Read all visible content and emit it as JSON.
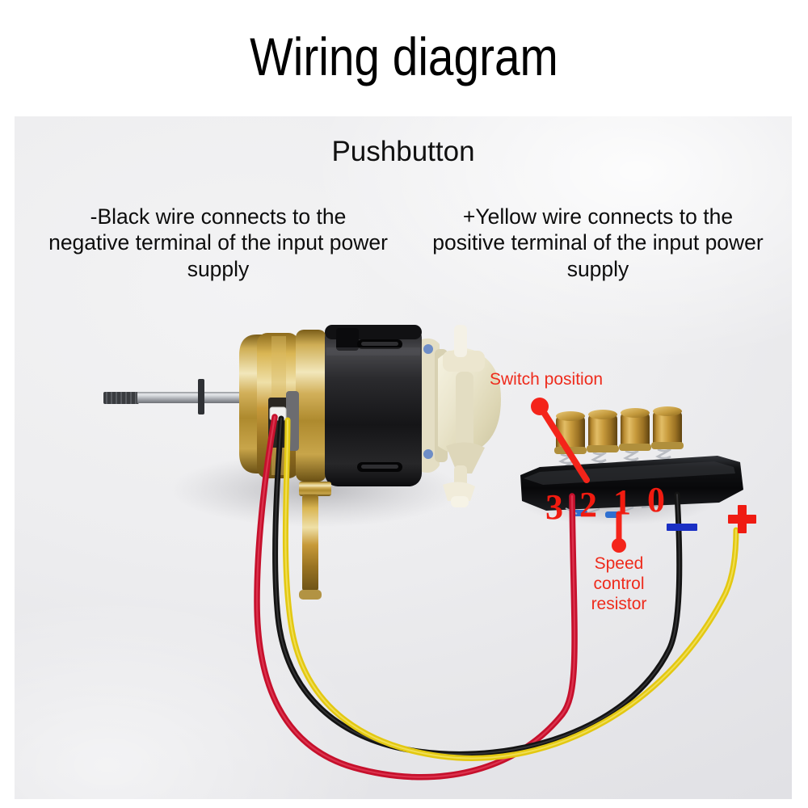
{
  "page": {
    "title": "Wiring diagram",
    "background_color": "#ffffff",
    "photo_background_color": "#ededef"
  },
  "photo": {
    "subtitle": "Pushbutton",
    "notes": [
      {
        "id": "black-wire-note",
        "text": "-Black wire connects to the negative terminal of the input power supply"
      },
      {
        "id": "yellow-wire-note",
        "text": "+Yellow wire connects to the positive terminal of the input power supply"
      }
    ],
    "annotations": [
      {
        "id": "switch-position",
        "text": "Switch position",
        "color": "#ee2b1c"
      },
      {
        "id": "speed-control-resistor",
        "text": "Speed\ncontrol\nresistor",
        "color": "#ee2b1c"
      }
    ],
    "switch": {
      "positions": [
        "3",
        "2",
        "1",
        "0"
      ],
      "button_count": 4,
      "button_color": "#b8862f",
      "body_color": "#161616",
      "number_color": "#f01b10"
    },
    "polarity_markers": [
      {
        "id": "minus-marker",
        "symbol": "−",
        "color": "#1a2fc4",
        "wire": "black"
      },
      {
        "id": "plus-marker",
        "symbol": "+",
        "color": "#ef1b12",
        "wire": "yellow"
      }
    ],
    "wires": [
      {
        "id": "red-wire",
        "color": "#d10f2e",
        "label": "red"
      },
      {
        "id": "black-wire",
        "color": "#141414",
        "label": "black"
      },
      {
        "id": "yellow-wire",
        "color": "#e8cf18",
        "label": "yellow"
      }
    ],
    "motor": {
      "id": "fan-motor",
      "parts": [
        "threaded-shaft",
        "brass-end-bell",
        "black-motor-body",
        "white-gearbox"
      ]
    }
  },
  "chart_data": {
    "type": "table",
    "title": "Wiring diagram",
    "categories": [
      "Switch position 3",
      "Switch position 2",
      "Switch position 1",
      "Switch position 0"
    ],
    "values": [
      3,
      2,
      1,
      0
    ]
  }
}
